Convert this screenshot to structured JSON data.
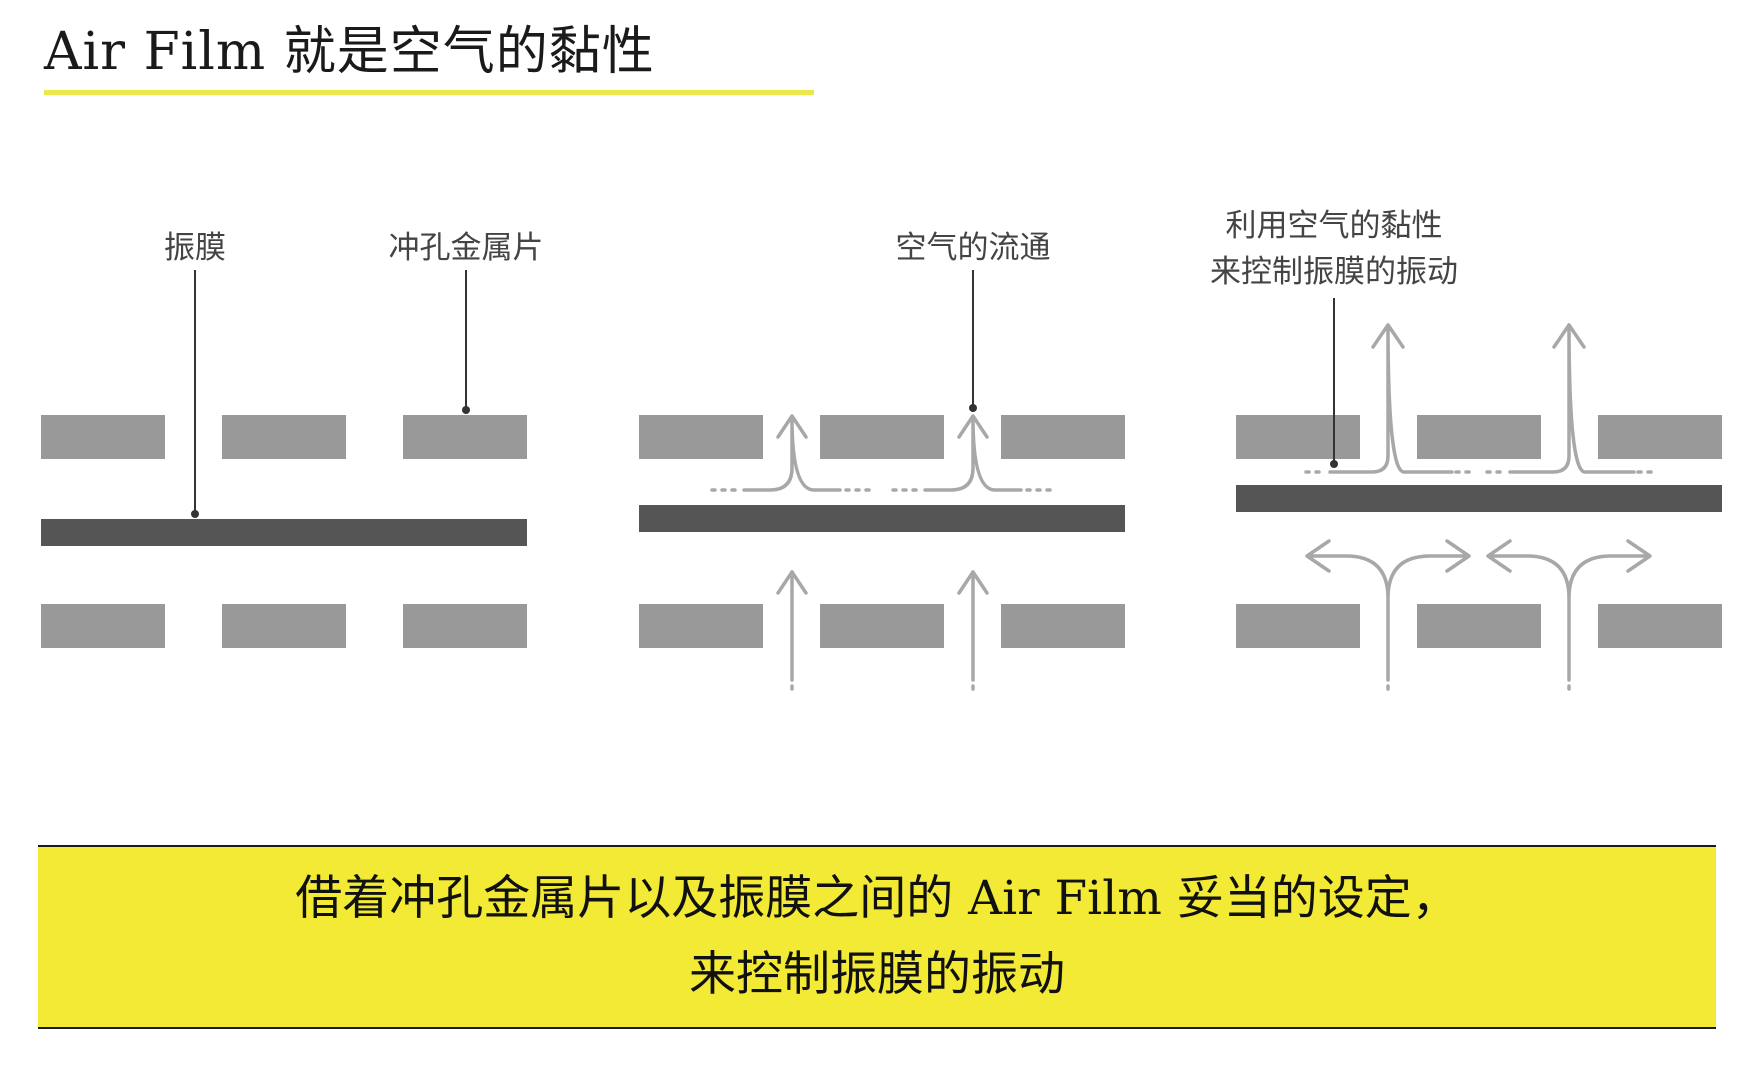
{
  "title": "Air Film 就是空气的黏性",
  "colors": {
    "accent_yellow": "#f2ea34",
    "underline_yellow": "#ece84a",
    "plate_gray": "#999999",
    "membrane_dark": "#555555",
    "arrow_gray": "#a8a8a8",
    "label_text": "#444444"
  },
  "panels": [
    {
      "labels": {
        "membrane": "振膜",
        "plate": "冲孔金属片"
      }
    },
    {
      "labels": {
        "airflow": "空气的流通"
      }
    },
    {
      "labels": {
        "control_line1": "利用空气的黏性",
        "control_line2": "来控制振膜的振动"
      }
    }
  ],
  "caption": {
    "line1": "借着冲孔金属片以及振膜之间的 Air Film 妥当的设定，",
    "line2": "来控制振膜的振动"
  }
}
